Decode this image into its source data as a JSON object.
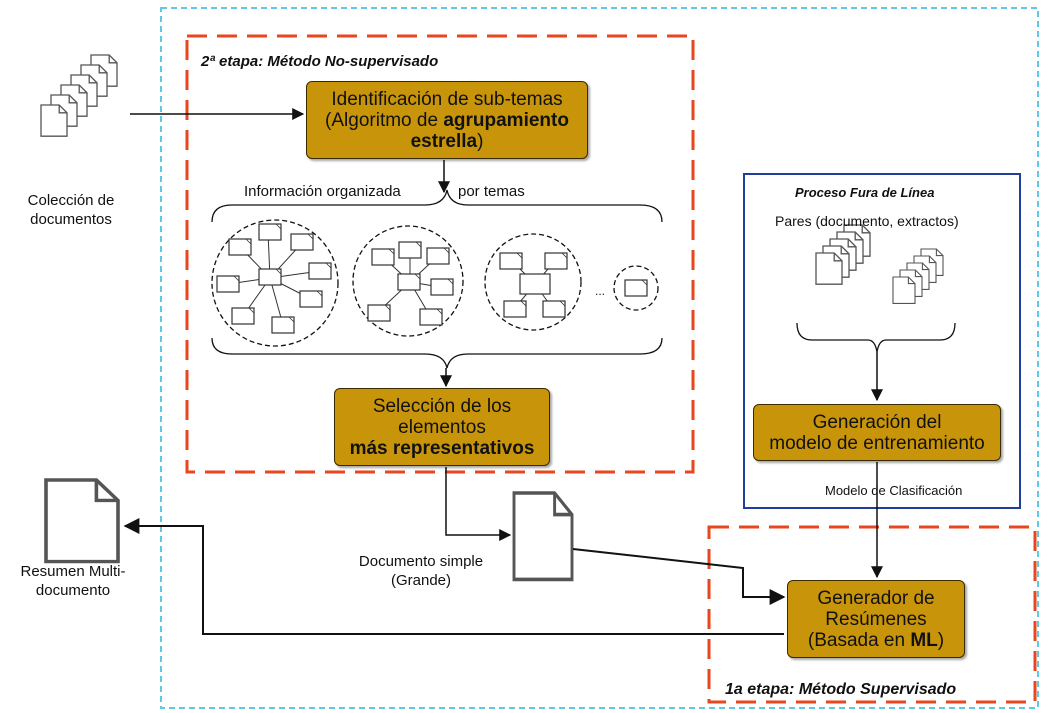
{
  "stage2": {
    "title": "2ª etapa: Método No-supervisado"
  },
  "stage1": {
    "title": "1a etapa: Método Supervisado"
  },
  "offline": {
    "title": "Proceso Fura de Línea",
    "pairs_label": "Pares (documento, extractos)",
    "model_label": "Modelo de Clasificación"
  },
  "boxes": {
    "identification": {
      "line1": "Identificación de sub-temas",
      "line2_pre": "(Algoritmo de ",
      "line2_bold": "agrupamiento",
      "line3_bold": "estrella",
      "line3_post": ")"
    },
    "selection": {
      "line1": "Selección de los",
      "line2": "elementos",
      "line3_bold": "más representativos"
    },
    "training": {
      "line1": "Generación del",
      "line2": "modelo de entrenamiento"
    },
    "generator": {
      "line1": "Generador de",
      "line2": "Resúmenes",
      "line3_pre": "(Basada en ",
      "line3_bold": "ML",
      "line3_post": ")"
    }
  },
  "labels": {
    "collection_line1": "Colección de",
    "collection_line2": "documentos",
    "organized_left": "Información organizada",
    "organized_right": "por temas",
    "ellipsis": "...",
    "simple_doc_line1": "Documento simple",
    "simple_doc_line2": "(Grande)",
    "summary_line1": "Resumen Multi-",
    "summary_line2": "documento"
  },
  "colors": {
    "box_fill": "#c8950a",
    "stage_border": "#e8461e",
    "outer_border": "#5ec8e6",
    "offline_border": "#1f3d99"
  }
}
